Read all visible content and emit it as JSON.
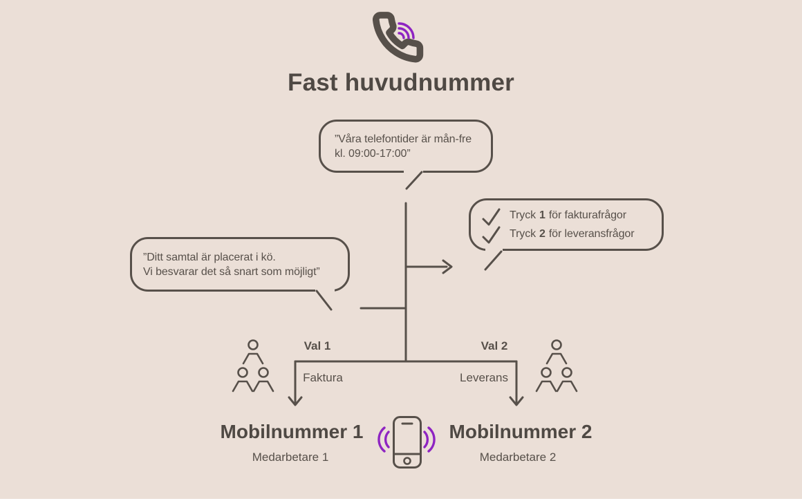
{
  "title": "Fast huvudnummer",
  "colors": {
    "background": "#ebdfd7",
    "line": "#57504a",
    "heading_text": "#4f4944",
    "accent_purple": "#8e24c2"
  },
  "icons": {
    "header": "phone-handset-with-ring-signal",
    "menu_row": "checkmark",
    "left_group": "three-people-team",
    "right_group": "three-people-team",
    "bottom": "ringing-mobile-phone"
  },
  "bubbles": {
    "hours": {
      "line1": "”Våra telefontider är mån-fre",
      "line2": "kl. 09:00-17:00”"
    },
    "menu": {
      "options": [
        {
          "prefix": "Tryck",
          "number": "1",
          "suffix": "för fakturafrågor"
        },
        {
          "prefix": "Tryck",
          "number": "2",
          "suffix": "för leveransfrågor"
        }
      ]
    },
    "queue": {
      "line1": "”Ditt samtal är placerat i kö.",
      "line2": "Vi besvarar det så snart som möjligt”"
    }
  },
  "branches": {
    "left": {
      "choice": "Val 1",
      "topic": "Faktura",
      "target": "Mobilnummer 1",
      "person": "Medarbetare 1"
    },
    "right": {
      "choice": "Val 2",
      "topic": "Leverans",
      "target": "Mobilnummer 2",
      "person": "Medarbetare 2"
    }
  }
}
